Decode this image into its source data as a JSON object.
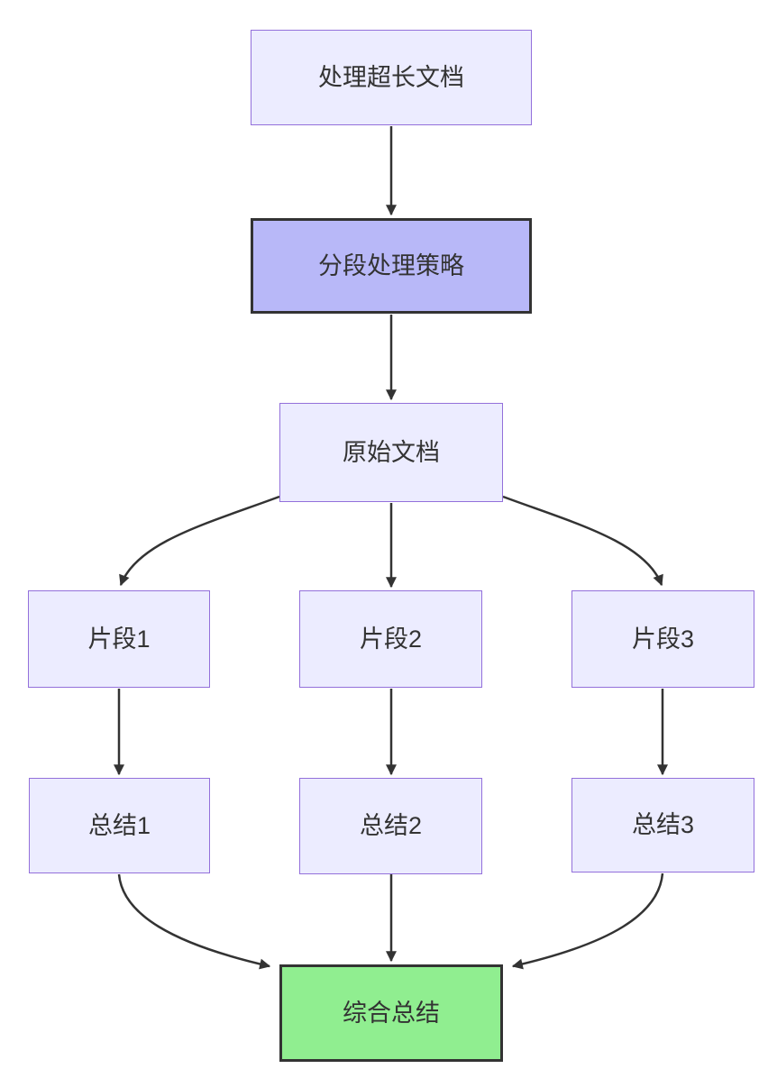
{
  "diagram": {
    "type": "flowchart",
    "direction": "top-down",
    "nodes": [
      {
        "id": "A",
        "label": "处理超长文档",
        "style": "default"
      },
      {
        "id": "B",
        "label": "分段处理策略",
        "style": "emphasis"
      },
      {
        "id": "C",
        "label": "原始文档",
        "style": "default"
      },
      {
        "id": "S1",
        "label": "片段1",
        "style": "default"
      },
      {
        "id": "S2",
        "label": "片段2",
        "style": "default"
      },
      {
        "id": "S3",
        "label": "片段3",
        "style": "default"
      },
      {
        "id": "T1",
        "label": "总结1",
        "style": "default"
      },
      {
        "id": "T2",
        "label": "总结2",
        "style": "default"
      },
      {
        "id": "T3",
        "label": "总结3",
        "style": "default"
      },
      {
        "id": "F",
        "label": "综合总结",
        "style": "final"
      }
    ],
    "edges": [
      {
        "from": "处理超长文档",
        "to": "分段处理策略"
      },
      {
        "from": "分段处理策略",
        "to": "原始文档"
      },
      {
        "from": "原始文档",
        "to": "片段1"
      },
      {
        "from": "原始文档",
        "to": "片段2"
      },
      {
        "from": "原始文档",
        "to": "片段3"
      },
      {
        "from": "片段1",
        "to": "总结1"
      },
      {
        "from": "片段2",
        "to": "总结2"
      },
      {
        "from": "片段3",
        "to": "总结3"
      },
      {
        "from": "总结1",
        "to": "综合总结"
      },
      {
        "from": "总结2",
        "to": "综合总结"
      },
      {
        "from": "总结3",
        "to": "综合总结"
      }
    ],
    "colors": {
      "node_fill": "#ECECFF",
      "node_border": "#9370DB",
      "emphasis_fill": "#B8B8F8",
      "final_fill": "#90EE90",
      "emphasis_border": "#333333",
      "edge": "#333333",
      "text": "#333333",
      "background": "#ffffff"
    }
  }
}
